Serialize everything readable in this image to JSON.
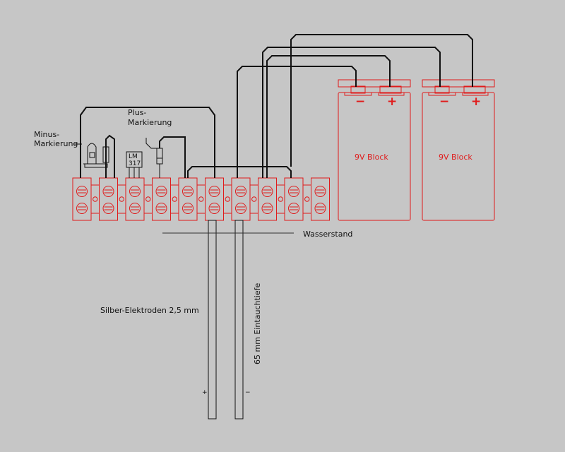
{
  "diagram": {
    "labels": {
      "minus_line1": "Minus-",
      "minus_line2": "Markierung",
      "plus_line1": "Plus-",
      "plus_line2": "Markierung",
      "lm_line1": "LM",
      "lm_line2": "317",
      "battery1": "9V Block",
      "battery2": "9V Block",
      "minus_sign": "−",
      "plus_sign": "+",
      "water_level": "Wasserstand",
      "electrodes": "Silber-Elektroden 2,5 mm",
      "depth": "65 mm Eintauchtiefe",
      "electrode_plus": "+",
      "electrode_minus": "−"
    },
    "colors": {
      "background": "#c6c6c6",
      "component_outline": "#e01b1b",
      "wire": "#111111",
      "label_text": "#111111"
    }
  }
}
